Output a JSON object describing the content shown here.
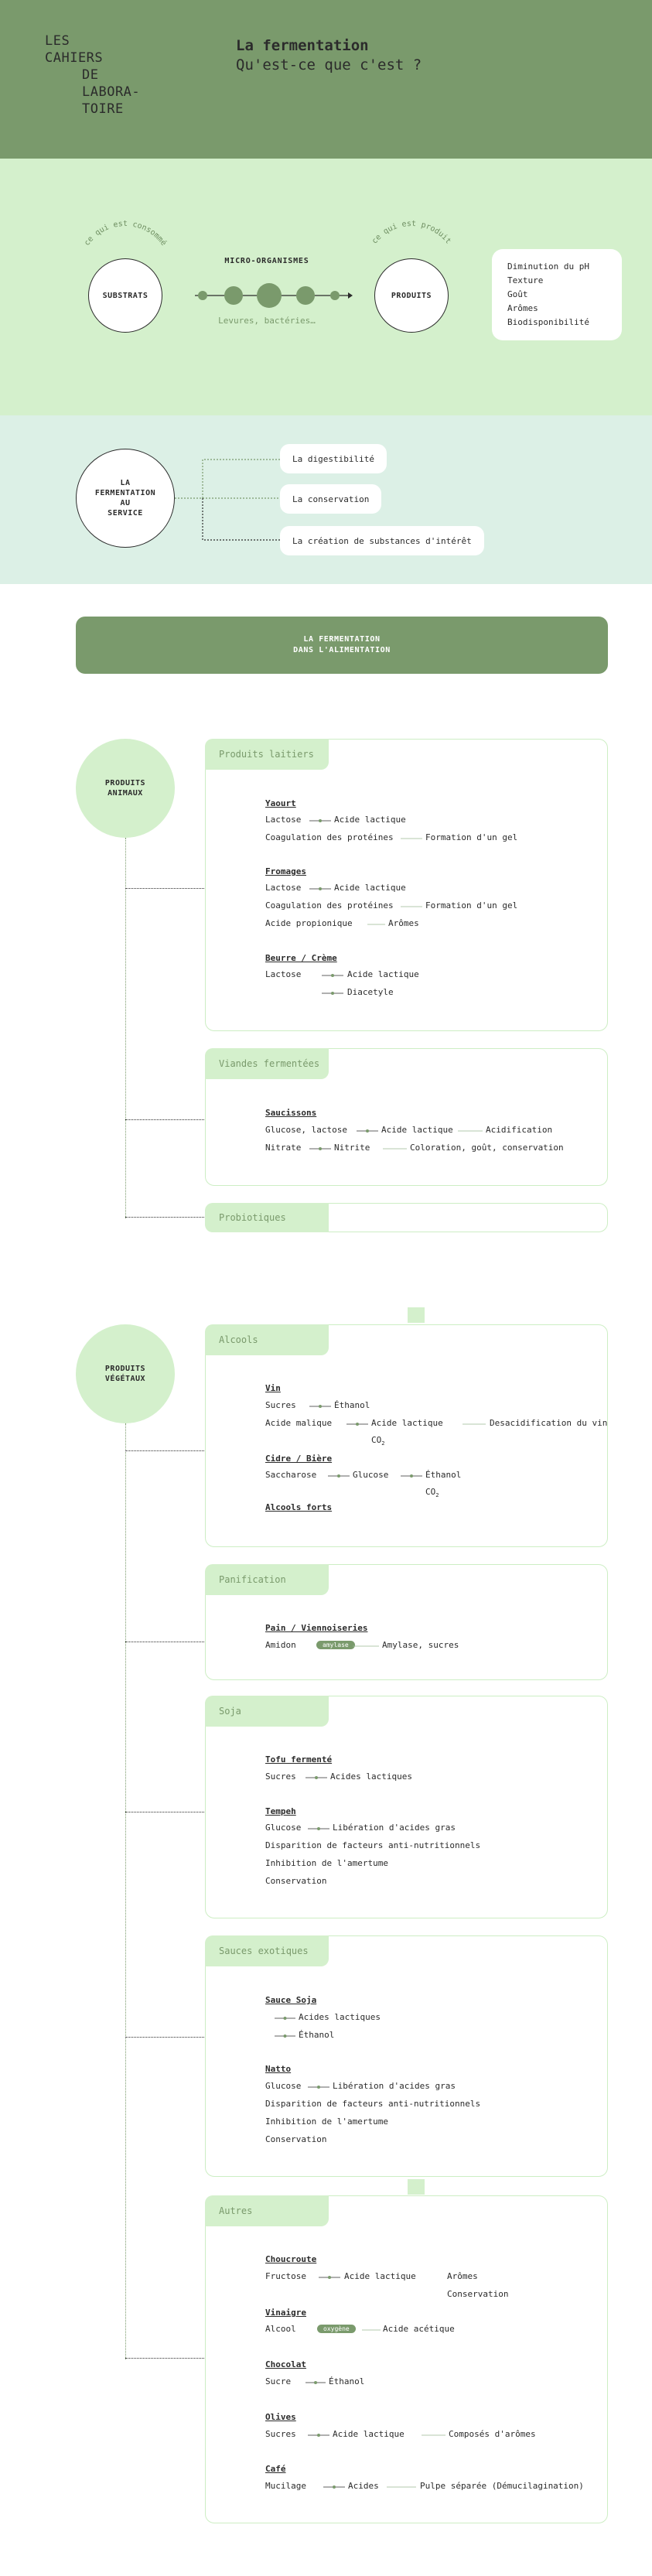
{
  "header": {
    "brand_lines": [
      "LES",
      "CAHIERS",
      "DE",
      "LABORA-",
      "TOIRE"
    ],
    "title": "La fermentation",
    "subtitle": "Qu'est-ce que c'est ?"
  },
  "process": {
    "substrats": "SUBSTRATS",
    "substrats_arc": "ce qui est consommé",
    "micro_title": "MICRO-ORGANISMES",
    "micro_sub": "Levures, bactéries…",
    "produits": "PRODUITS",
    "produits_arc": "ce qui est produit",
    "results": [
      "Diminution du pH",
      "Texture",
      "Goût",
      "Arômes",
      "Biodisponibilité"
    ]
  },
  "service": {
    "label_lines": [
      "LA",
      "FERMENTATION",
      "AU",
      "SERVICE"
    ],
    "items": [
      "La digestibilité",
      "La conservation",
      "La création de substances d'intérêt"
    ]
  },
  "banner": {
    "lines": [
      "LA FERMENTATION",
      "DANS L'ALIMENTATION"
    ]
  },
  "animal": {
    "label_lines": [
      "PRODUITS",
      "ANIMAUX"
    ],
    "laitiers": {
      "tab": "Produits laitiers",
      "yaourt": {
        "name": "Yaourt",
        "l1a": "Lactose",
        "l1b": "Acide lactique",
        "l2a": "Coagulation des protéines",
        "l2b": "Formation d'un gel"
      },
      "fromages": {
        "name": "Fromages",
        "l1a": "Lactose",
        "l1b": "Acide lactique",
        "l2a": "Coagulation des protéines",
        "l2b": "Formation d'un gel",
        "l3a": "Acide propionique",
        "l3b": "Arômes"
      },
      "beurre": {
        "name": "Beurre / Crème",
        "l1a": "Lactose",
        "l1b": "Acide lactique",
        "l2b": "Diacetyle"
      }
    },
    "viandes": {
      "tab": "Viandes fermentées",
      "saucissons": {
        "name": "Saucissons",
        "l1a": "Glucose, lactose",
        "l1b": "Acide lactique",
        "l1c": "Acidification",
        "l2a": "Nitrate",
        "l2b": "Nitrite",
        "l2c": "Coloration, goût, conservation"
      }
    },
    "probiotiques": {
      "tab": "Probiotiques"
    }
  },
  "vegetal": {
    "label_lines": [
      "PRODUITS",
      "VÉGÉTAUX"
    ],
    "alcools": {
      "tab": "Alcools",
      "vin": {
        "name": "Vin",
        "l1a": "Sucres",
        "l1b": "Éthanol",
        "l2a": "Acide malique",
        "l2b": "Acide lactique",
        "l2c": "Desacidification du vin",
        "l2d": "CO"
      },
      "cidre": {
        "name": "Cidre / Bière",
        "l1a": "Saccharose",
        "l1b": "Glucose",
        "l1c": "Éthanol",
        "l1d": "CO"
      },
      "forts": {
        "name": "Alcools forts"
      }
    },
    "panification": {
      "tab": "Panification",
      "pain": {
        "name": "Pain / Viennoiseries",
        "l1a": "Amidon",
        "tag": "amylase",
        "l1b": "Amylase, sucres"
      }
    },
    "soja": {
      "tab": "Soja",
      "tofu": {
        "name": "Tofu fermenté",
        "l1a": "Sucres",
        "l1b": "Acides lactiques"
      },
      "tempeh": {
        "name": "Tempeh",
        "l1a": "Glucose",
        "l1b": "Libération d'acides gras",
        "l2": "Disparition de facteurs anti-nutritionnels",
        "l3": "Inhibition de l'amertume",
        "l4": "Conservation"
      }
    },
    "sauces": {
      "tab": "Sauces exotiques",
      "sauce_soja": {
        "name": "Sauce Soja",
        "l1b": "Acides lactiques",
        "l2b": "Éthanol"
      },
      "natto": {
        "name": "Natto",
        "l1a": "Glucose",
        "l1b": "Libération d'acides gras",
        "l2": "Disparition de facteurs anti-nutritionnels",
        "l3": "Inhibition de l'amertume",
        "l4": "Conservation"
      }
    },
    "autres": {
      "tab": "Autres",
      "choucroute": {
        "name": "Choucroute",
        "l1a": "Fructose",
        "l1b": "Acide lactique",
        "l1c": "Arômes",
        "l2c": "Conservation"
      },
      "vinaigre": {
        "name": "Vinaigre",
        "l1a": "Alcool",
        "tag": "oxygène",
        "l1b": "Acide acétique"
      },
      "chocolat": {
        "name": "Chocolat",
        "l1a": "Sucre",
        "l1b": "Éthanol"
      },
      "olives": {
        "name": "Olives",
        "l1a": "Sucres",
        "l1b": "Acide lactique",
        "l1c": "Composés d'arômes"
      },
      "cafe": {
        "name": "Café",
        "l1a": "Mucilage",
        "l1b": "Acides",
        "l1c": "Pulpe séparée (Démucilagination)"
      }
    }
  },
  "colors": {
    "dark_green": "#7a9a6c",
    "light_green": "#d4f0cc",
    "mint": "#dcf0e6",
    "text": "#2b2b2b"
  }
}
